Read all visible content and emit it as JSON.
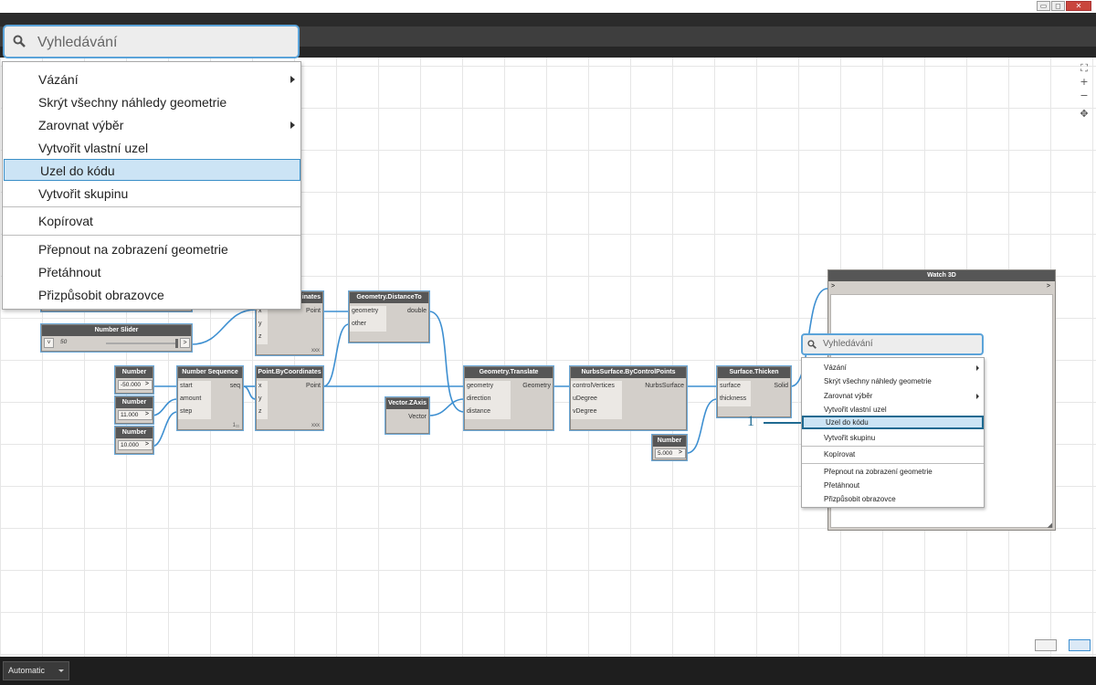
{
  "window": {
    "controls": [
      "▭",
      "◻",
      "✕"
    ],
    "close_color": "#c9463d"
  },
  "canvas": {
    "zoom_controls": [
      "⛶",
      "+",
      "−",
      "✥"
    ]
  },
  "nodes": {
    "number_slider": {
      "title": "Number Slider",
      "value": "50"
    },
    "number_start": {
      "title": "Number",
      "value": "-50.000"
    },
    "number_amount": {
      "title": "Number",
      "value": "11.000"
    },
    "number_step": {
      "title": "Number",
      "value": "10.000"
    },
    "number_sequence": {
      "title": "Number Sequence",
      "inputs": [
        "start",
        "amount",
        "step"
      ],
      "output": "seq",
      "foot": "1₁₁"
    },
    "point_top": {
      "title_fragment": "inates",
      "inputs": [
        "x",
        "y",
        "z"
      ],
      "output": "Point",
      "foot": "xxx"
    },
    "point_by_coords": {
      "title": "Point.ByCoordinates",
      "inputs": [
        "x",
        "y",
        "z"
      ],
      "output": "Point",
      "foot": "xxx"
    },
    "distance_to": {
      "title": "Geometry.DistanceTo",
      "inputs": [
        "geometry",
        "other"
      ],
      "output": "double"
    },
    "vector_zaxis": {
      "title": "Vector.ZAxis",
      "output": "Vector"
    },
    "geometry_translate": {
      "title": "Geometry.Translate",
      "inputs": [
        "geometry",
        "direction",
        "distance"
      ],
      "output": "Geometry"
    },
    "nurbs_surface": {
      "title": "NurbsSurface.ByControlPoints",
      "inputs": [
        "controlVertices",
        "uDegree",
        "vDegree"
      ],
      "output": "NurbsSurface"
    },
    "number_thickness": {
      "title": "Number",
      "value": "5.000"
    },
    "surface_thicken": {
      "title": "Surface.Thicken",
      "inputs": [
        "surface",
        "thickness"
      ],
      "output": "Solid"
    },
    "watch3d": {
      "title": "Watch 3D"
    },
    "arrow": ">"
  },
  "search": {
    "placeholder": "Vyhledávání"
  },
  "context_menu": {
    "items": [
      {
        "label": "Vázání",
        "submenu": true
      },
      {
        "label": "Skrýt všechny náhledy geometrie",
        "submenu": false
      },
      {
        "label": "Zarovnat výběr",
        "submenu": true
      },
      {
        "label": "Vytvořit vlastní uzel",
        "submenu": false
      },
      {
        "label": "Uzel do kódu",
        "submenu": false,
        "highlighted": true
      },
      {
        "label": "Vytvořit skupinu",
        "submenu": false
      },
      {
        "label": "Kopírovat",
        "submenu": false
      },
      {
        "label": "Přepnout na zobrazení geometrie",
        "submenu": false
      },
      {
        "label": "Přetáhnout",
        "submenu": false
      },
      {
        "label": "Přizpůsobit obrazovce",
        "submenu": false
      }
    ]
  },
  "callout": {
    "number": "1"
  },
  "statusbar": {
    "run_mode": "Automatic"
  },
  "colors": {
    "wire": "#3d8fd1",
    "highlight_border": "#1f6a91",
    "highlight_bg": "#cce4f5"
  }
}
